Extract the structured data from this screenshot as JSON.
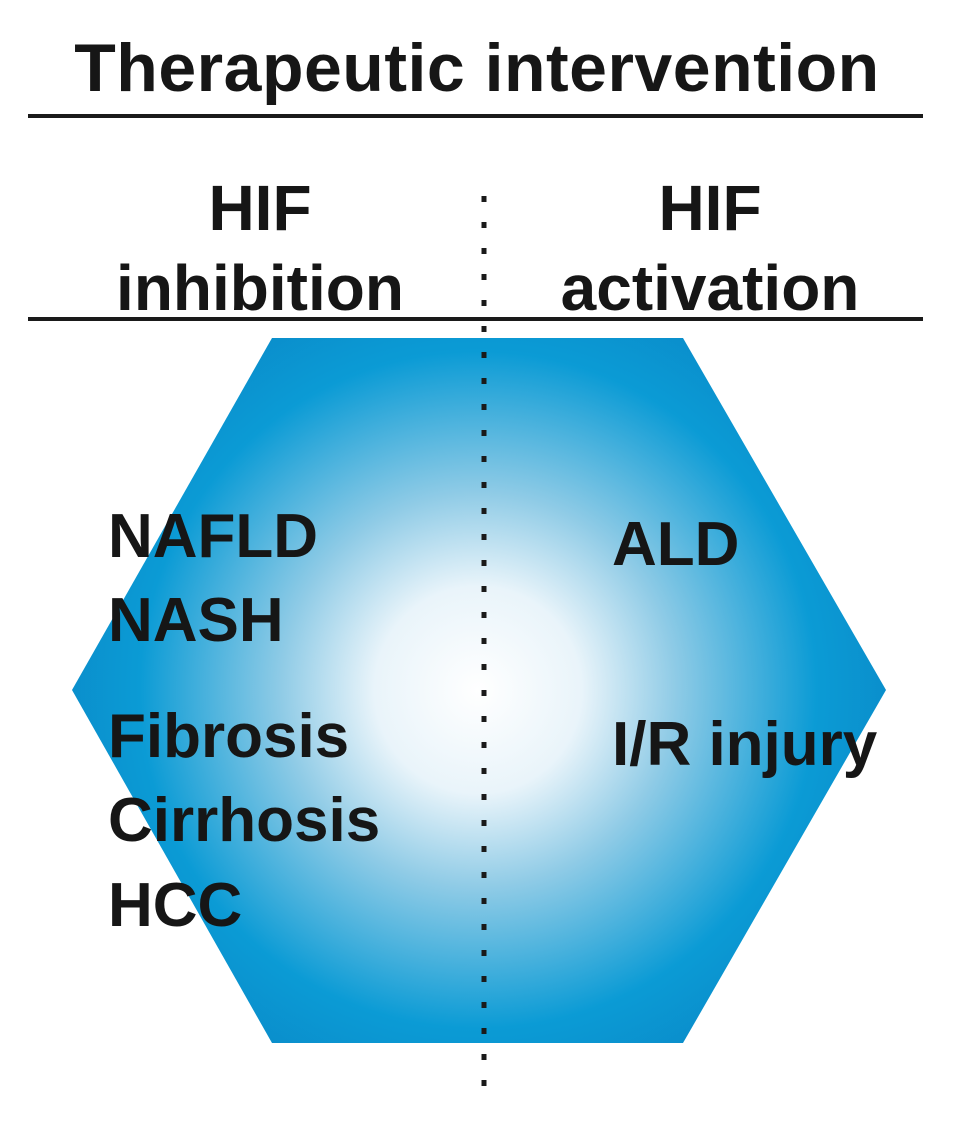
{
  "header": {
    "title": "Therapeutic intervention"
  },
  "columns": {
    "left": {
      "line1": "HIF",
      "line2": "inhibition"
    },
    "right": {
      "line1": "HIF",
      "line2": "activation"
    }
  },
  "hexagon": {
    "colors": {
      "center": "#ffffff",
      "mid": "#8fcbe6",
      "edge": "#0b9bd5",
      "outer": "#0a84c4"
    },
    "left_groups": [
      [
        "NAFLD",
        "NASH"
      ],
      [
        "Fibrosis",
        "Cirrhosis",
        "HCC"
      ]
    ],
    "right_groups": [
      [
        "ALD"
      ],
      [
        "I/R injury"
      ]
    ]
  }
}
